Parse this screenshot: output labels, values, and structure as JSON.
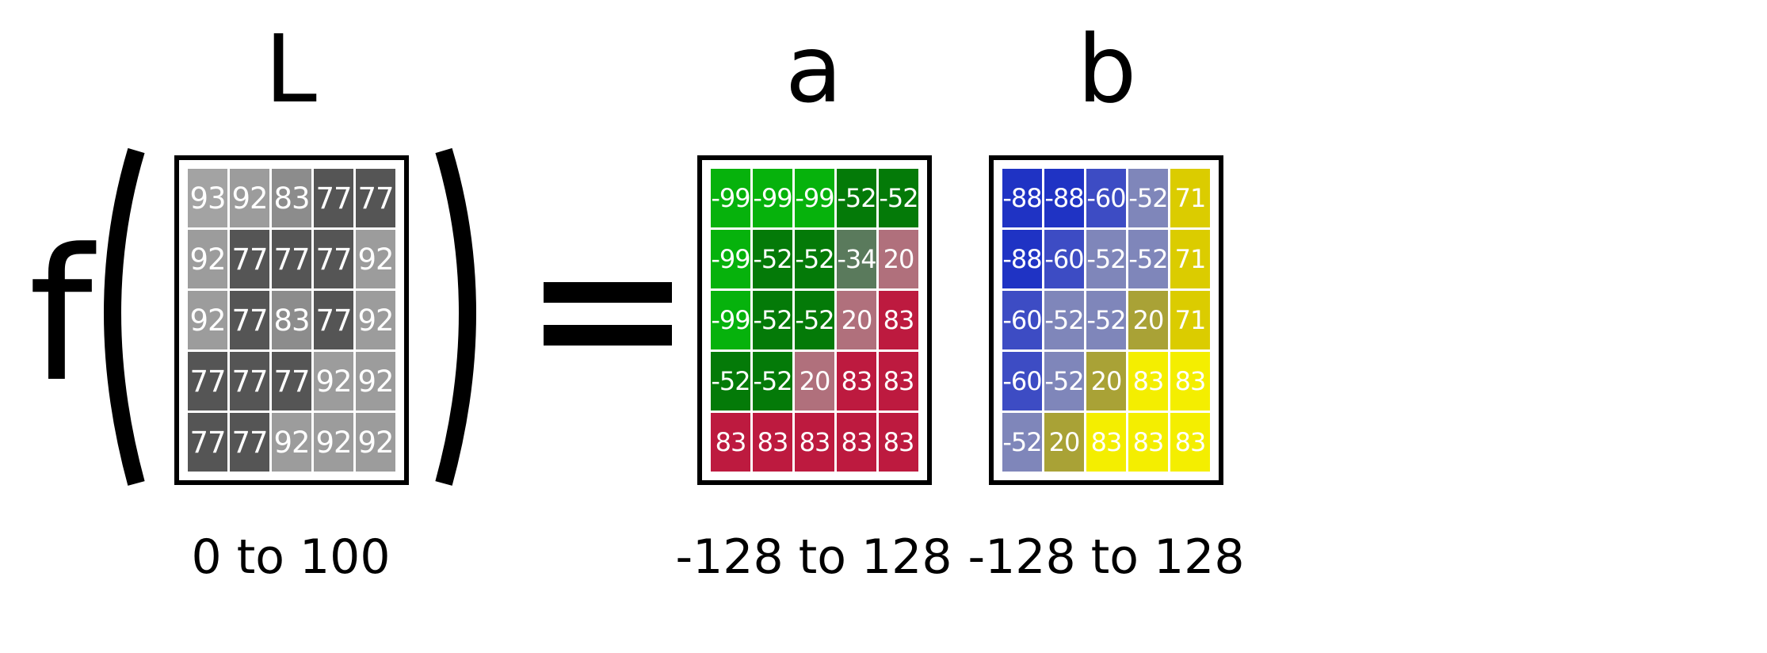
{
  "function_letter": "f",
  "equals_symbol": "=",
  "grids": [
    {
      "id": "L",
      "title": "L",
      "range": "0 to 100",
      "values": [
        [
          "93",
          "92",
          "83",
          "77",
          "77"
        ],
        [
          "92",
          "77",
          "77",
          "77",
          "92"
        ],
        [
          "92",
          "77",
          "83",
          "77",
          "92"
        ],
        [
          "77",
          "77",
          "77",
          "92",
          "92"
        ],
        [
          "77",
          "77",
          "92",
          "92",
          "92"
        ]
      ],
      "value_colors": {
        "93": "#a3a3a3",
        "92": "#9c9c9c",
        "83": "#8c8c8c",
        "77": "#555555"
      }
    },
    {
      "id": "a",
      "title": "a",
      "range": "-128 to 128",
      "values": [
        [
          "-99",
          "-99",
          "-99",
          "-52",
          "-52"
        ],
        [
          "-99",
          "-52",
          "-52",
          "-34",
          "20"
        ],
        [
          "-99",
          "-52",
          "-52",
          "20",
          "83"
        ],
        [
          "-52",
          "-52",
          "20",
          "83",
          "83"
        ],
        [
          "83",
          "83",
          "83",
          "83",
          "83"
        ]
      ],
      "value_colors": {
        "-99": "#06b20c",
        "-52": "#047a08",
        "-34": "#5a7a5c",
        "20": "#b0707c",
        "83": "#bd1a3f"
      }
    },
    {
      "id": "b",
      "title": "b",
      "range": "-128 to 128",
      "values": [
        [
          "-88",
          "-88",
          "-60",
          "-52",
          "71"
        ],
        [
          "-88",
          "-60",
          "-52",
          "-52",
          "71"
        ],
        [
          "-60",
          "-52",
          "-52",
          "20",
          "71"
        ],
        [
          "-60",
          "-52",
          "20",
          "83",
          "83"
        ],
        [
          "-52",
          "20",
          "83",
          "83",
          "83"
        ]
      ],
      "value_colors": {
        "-88": "#1f33c4",
        "-60": "#3d4cc4",
        "-52": "#7f86ba",
        "20": "#a9a236",
        "71": "#dbcc00",
        "83": "#f4ee00"
      }
    }
  ]
}
